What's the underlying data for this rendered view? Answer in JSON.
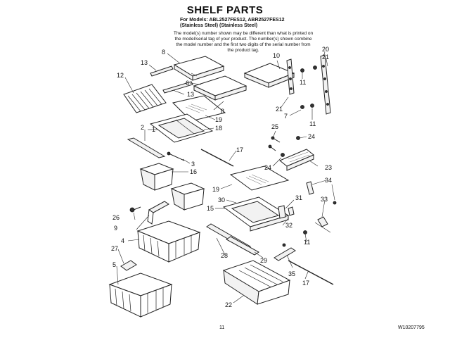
{
  "header": {
    "title": "SHELF PARTS",
    "models_line": "For Models: ABL2527FES12, ABR2527FES12",
    "steel_line": "(Stainless Steel)   (Stainless Steel)",
    "note": "The model(s) number shown may be different than what is printed on the model/serial tag of your product. The number(s) shown combine the model number and the first two digits of the serial number from the product tag."
  },
  "footer": {
    "page": "11",
    "doc_code": "W10207795"
  },
  "callouts": {
    "c1": "1",
    "c2": "2",
    "c3": "3",
    "c4": "4",
    "c5": "5",
    "c6": "6",
    "c7": "7",
    "c8a": "8",
    "c8b": "8",
    "c9": "9",
    "c10": "10",
    "c11a": "11",
    "c11b": "11",
    "c11c": "11",
    "c12": "12",
    "c13a": "13",
    "c13b": "13",
    "c15": "15",
    "c16": "16",
    "c17a": "17",
    "c17b": "17",
    "c18": "18",
    "c19a": "19",
    "c19b": "19",
    "c20": "20",
    "c21a": "21",
    "c21b": "21",
    "c22": "22",
    "c23": "23",
    "c24a": "24",
    "c24b": "24",
    "c25": "25",
    "c26": "26",
    "c27": "27",
    "c28": "28",
    "c29": "29",
    "c30": "30",
    "c31": "31",
    "c32": "32",
    "c33": "33",
    "c34": "34",
    "c35": "35"
  }
}
